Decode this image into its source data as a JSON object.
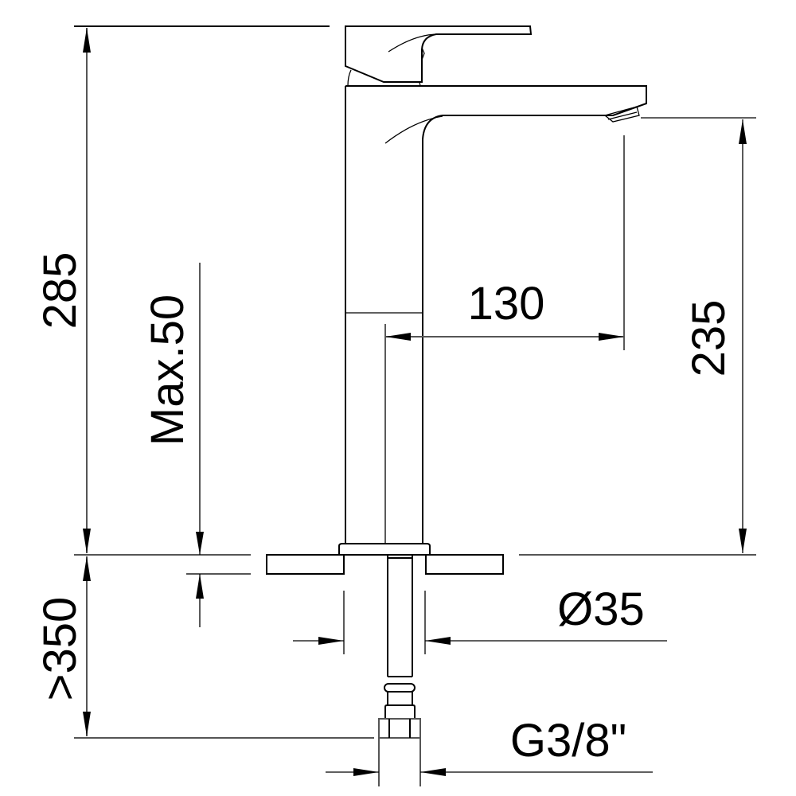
{
  "drawing": {
    "subject": "Tall basin mixer tap technical drawing",
    "colors": {
      "line": "#000000",
      "dimension_line": "#555555",
      "background": "#ffffff"
    },
    "dimensions": {
      "total_height": "285",
      "spout_height": "235",
      "spout_reach": "130",
      "max_deck_thickness": "Max.50",
      "supply_hose_length": ">350",
      "base_diameter": "Ø35",
      "connection_thread": "G3/8\""
    }
  }
}
